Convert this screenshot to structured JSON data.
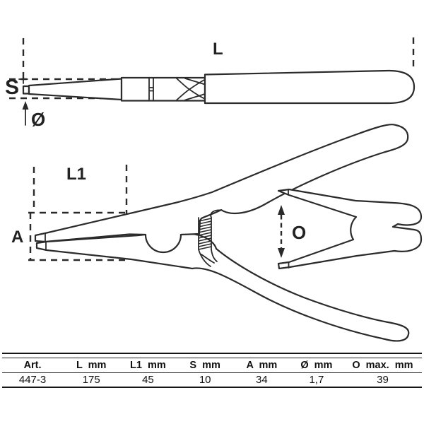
{
  "drawing": {
    "line_color": "#2b2b2b",
    "labels": {
      "total_length": "L",
      "tip_width": "S",
      "tip_diameter": "Ø",
      "head_length": "L1",
      "tip_opening": "A",
      "max_opening": "O"
    }
  },
  "table": {
    "headers": [
      "Art.",
      "L  mm",
      "L1  mm",
      "S  mm",
      "A  mm",
      "Ø  mm",
      "O  max.  mm"
    ],
    "values": [
      "447-3",
      "175",
      "45",
      "10",
      "34",
      "1,7",
      "39"
    ]
  }
}
